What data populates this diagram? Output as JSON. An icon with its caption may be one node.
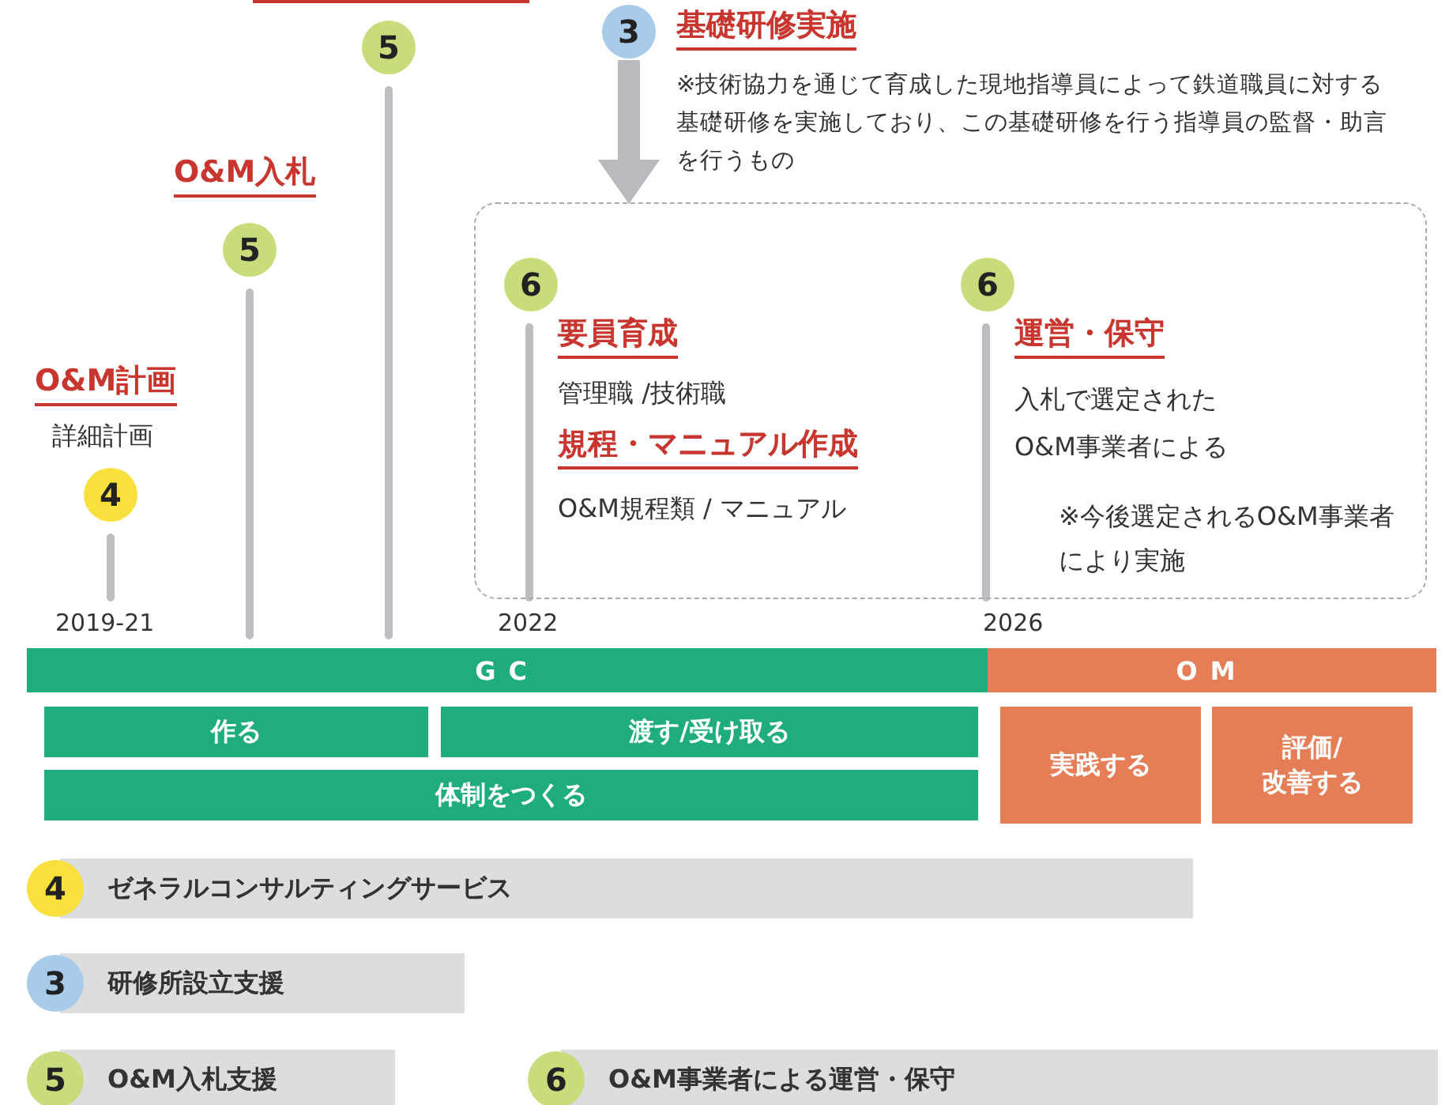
{
  "diagram": {
    "nodes": [
      {
        "text": [
          "4"
        ],
        "beside": [
          "O&M計画",
          "詳細計画"
        ]
      },
      {
        "text": [
          "5"
        ],
        "beside": [
          "O&M入札"
        ]
      },
      {
        "text": [
          "5"
        ]
      },
      {
        "text": [
          "3"
        ],
        "beside": [
          "基礎研修実施",
          "※技術協力を通じて育成した現地指導員によって鉄道職員に対する基礎研修を実施しており、この基礎研修を行う指導員の監督・助言を行うもの"
        ]
      },
      {
        "text": [],
        "shape": "box"
      },
      {
        "text": [
          "6"
        ],
        "in": 4,
        "beside": [
          "要員育成",
          "管理職 /技術職",
          "規程・マニュアル作成",
          "O&M規程類 / マニュアル"
        ]
      },
      {
        "text": [
          "6"
        ],
        "in": 4,
        "beside": [
          "運営・保守",
          "入札で選定されたO&M事業者による",
          "※今後選定されるO&M事業者により実施"
        ]
      },
      {
        "text": [
          "GC"
        ]
      },
      {
        "text": [
          "OM"
        ]
      },
      {
        "text": [
          "作る"
        ]
      },
      {
        "text": [
          "渡す/受け取る"
        ]
      },
      {
        "text": [
          "体制をつくる"
        ]
      },
      {
        "text": [
          "実践する"
        ]
      },
      {
        "text": [
          "評価/改善する"
        ]
      },
      {
        "text": [
          "4"
        ]
      },
      {
        "text": [
          "ゼネラルコンサルティングサービス"
        ]
      },
      {
        "text": [
          "3"
        ]
      },
      {
        "text": [
          "研修所設立支援"
        ]
      },
      {
        "text": [
          "5"
        ]
      },
      {
        "text": [
          "O&M入札支援"
        ]
      },
      {
        "text": [
          "6"
        ]
      },
      {
        "text": [
          "O&M事業者による運営・保守"
        ]
      }
    ],
    "edges": [
      {
        "from": 3,
        "to": 4,
        "arrow": "to",
        "color": "#b9babd"
      }
    ],
    "labels": [
      "2019-21",
      "2022",
      "2026"
    ]
  }
}
